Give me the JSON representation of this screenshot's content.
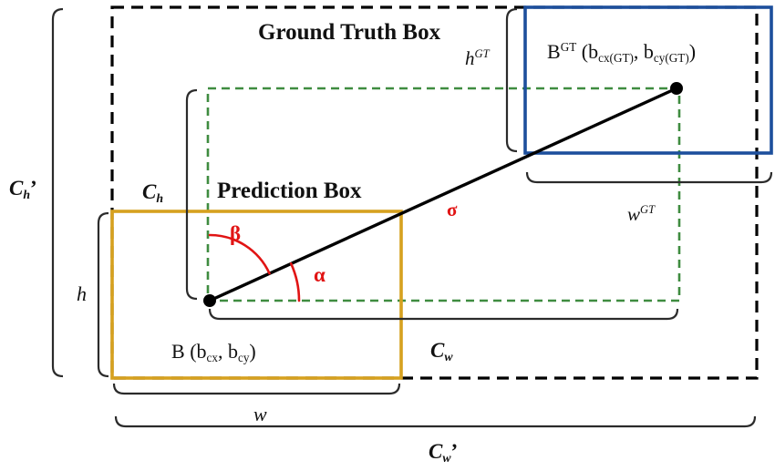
{
  "colors": {
    "gt_box": "#1d4f9c",
    "pred_box": "#d6a11f",
    "center_box": "#3f8c40",
    "outer_box": "#000000",
    "line": "#000000",
    "angle": "#e11414",
    "dot": "#000000"
  },
  "titles": {
    "ground_truth": "Ground Truth Box",
    "prediction": "Prediction Box"
  },
  "points": {
    "gt": {
      "base": "B",
      "sup": "GT",
      "open": " (b",
      "sub1": "cx(GT)",
      "sep": ", b",
      "sub2": "cy(GT)",
      "close": ")"
    },
    "pred": {
      "base": "B",
      "open": " (b",
      "sub1": "cx",
      "sep": ", b",
      "sub2": "cy",
      "close": ")"
    }
  },
  "dims": {
    "h_gt": {
      "base": "h",
      "sup": "GT"
    },
    "w_gt": {
      "base": "w",
      "sup": "GT"
    },
    "c_h": {
      "base": "C",
      "sub": "h"
    },
    "c_h_prime": {
      "base": "C",
      "sub": "h",
      "prime": "’"
    },
    "c_w": {
      "base": "C",
      "sub": "w"
    },
    "c_w_prime": {
      "base": "C",
      "sub": "w",
      "prime": "’"
    },
    "h": "h",
    "w": "w"
  },
  "angles": {
    "sigma": "σ",
    "alpha": "α",
    "beta": "β"
  }
}
